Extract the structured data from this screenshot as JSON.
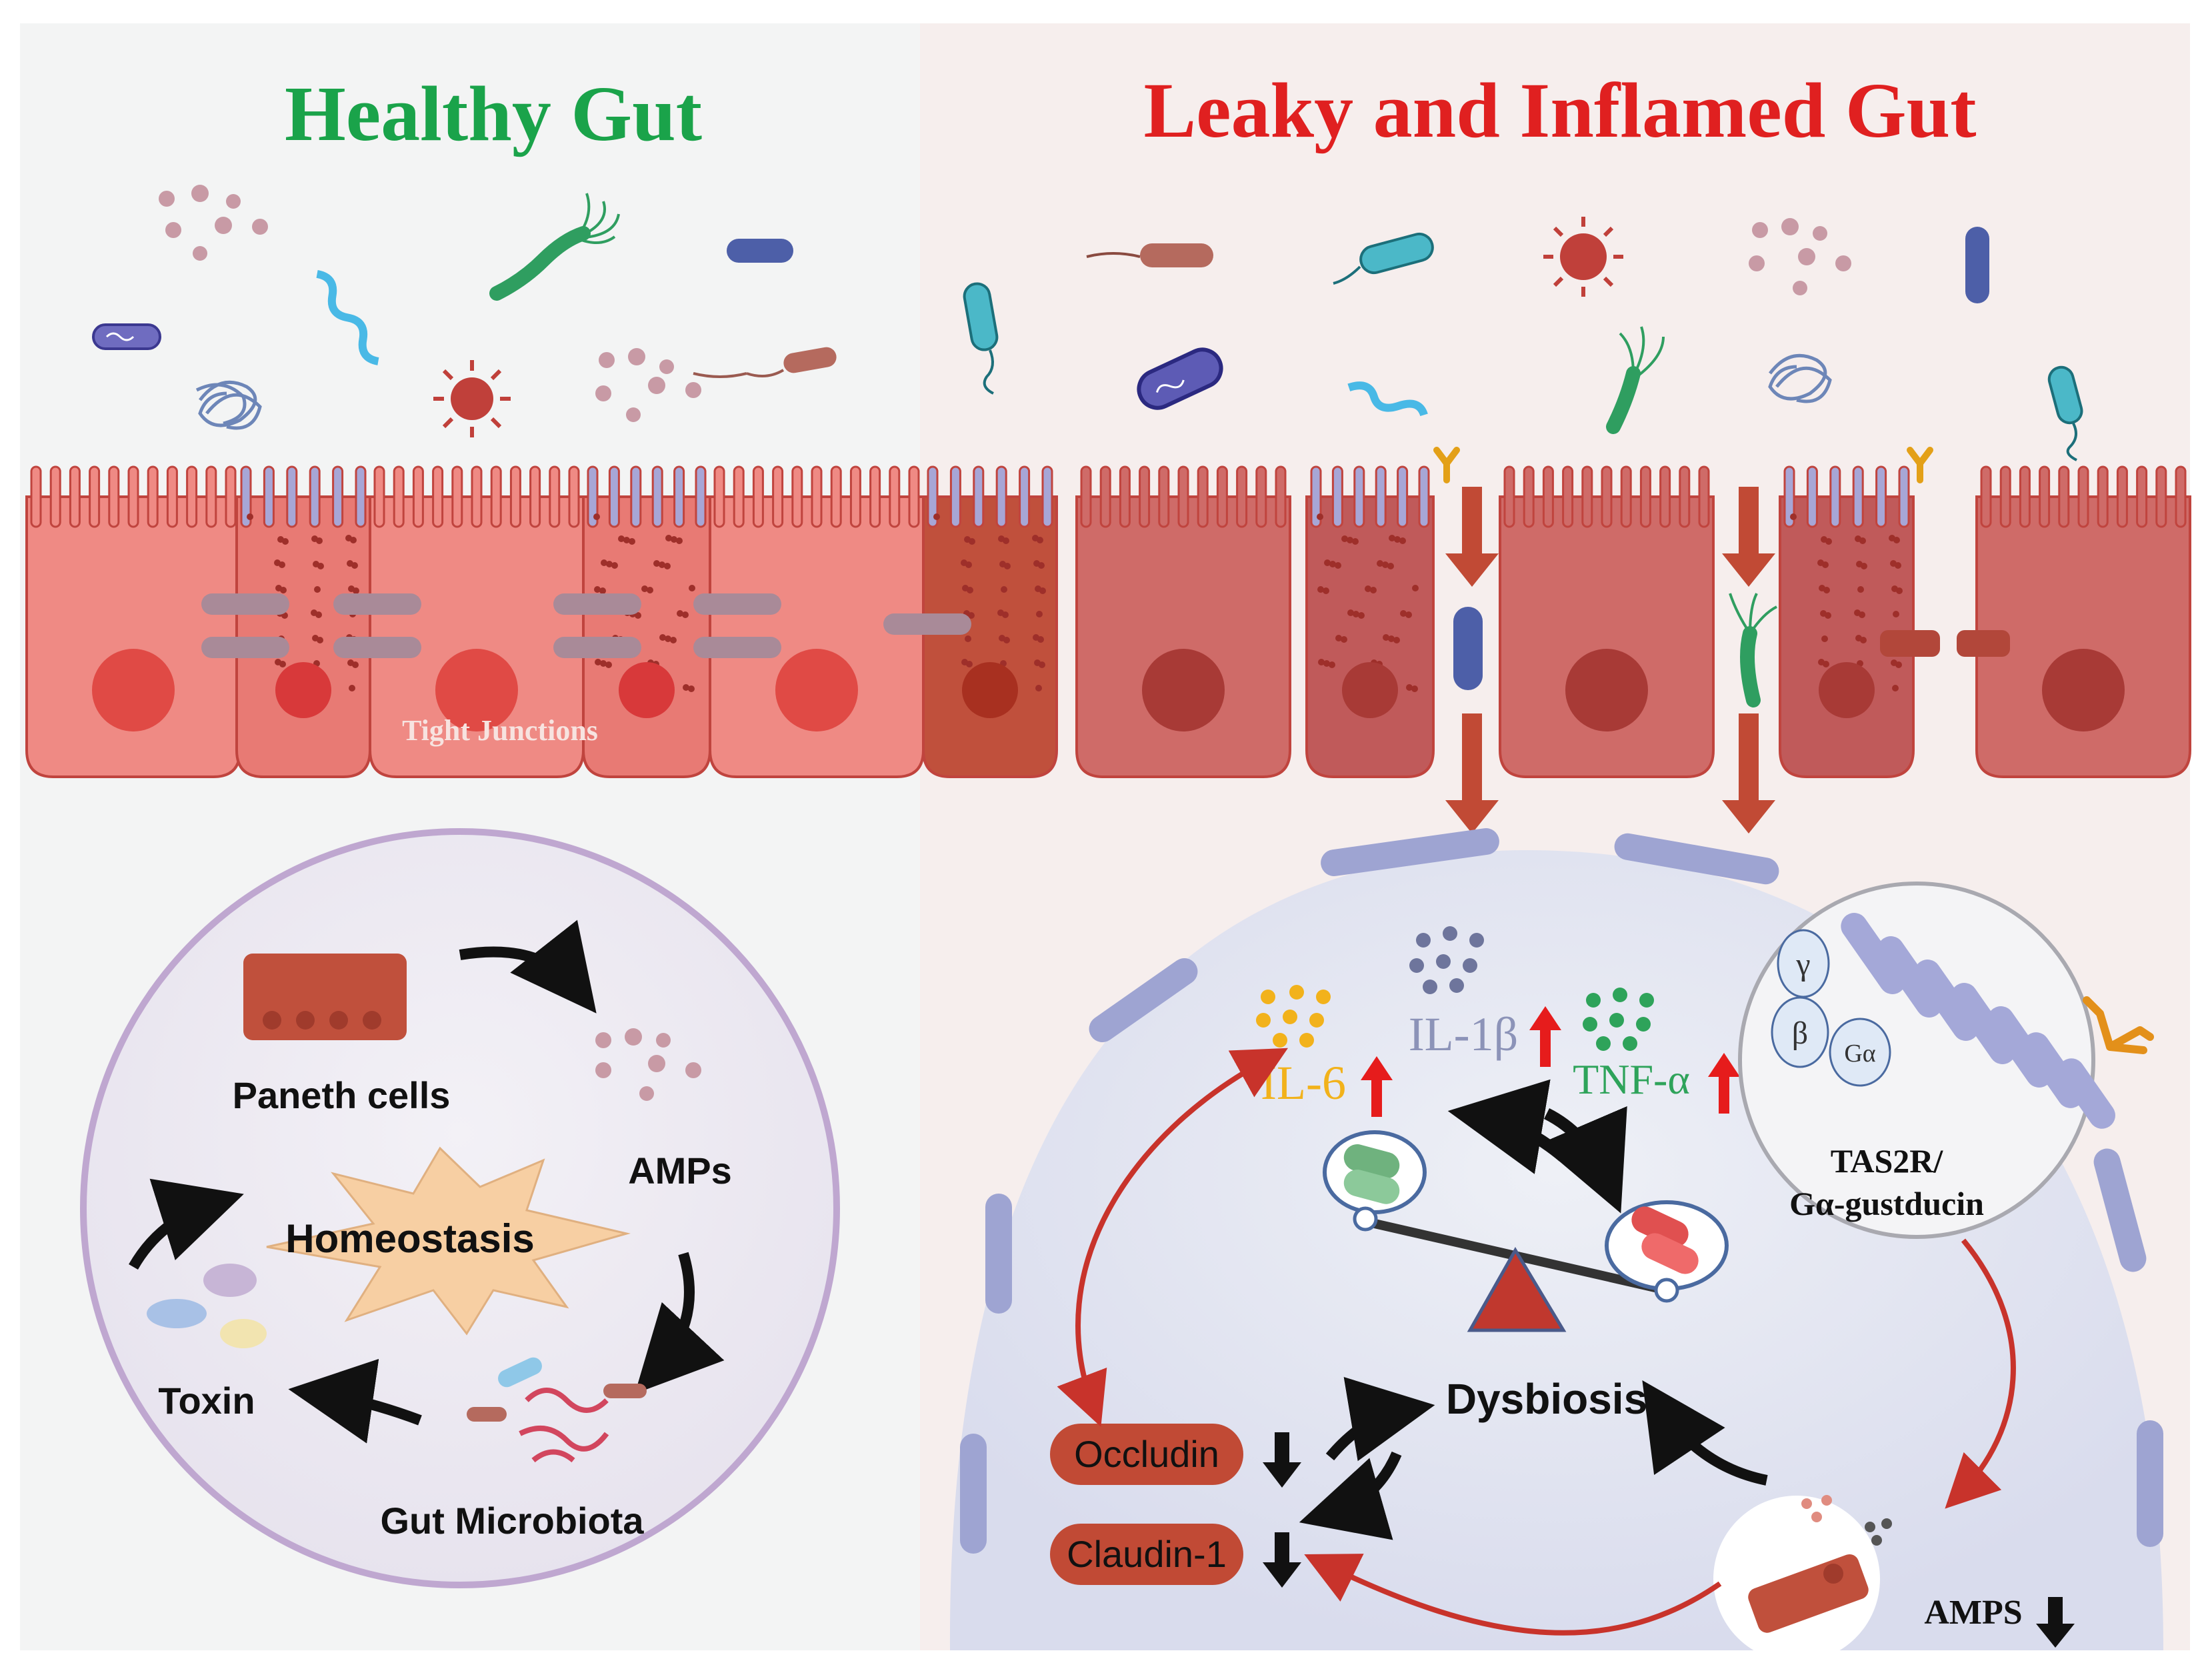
{
  "panels": {
    "healthy": {
      "title": "Healthy Gut",
      "title_color": "#1aa34a"
    },
    "leaky": {
      "title": "Leaky and Inflamed Gut",
      "title_color": "#e02020"
    }
  },
  "epithelium": {
    "tight_junctions_label": "Tight Junctions"
  },
  "homeostasis": {
    "center_label": "Homeostasis",
    "paneth_label": "Paneth cells",
    "amps_label": "AMPs",
    "microbiota_label": "Gut Microbiota",
    "toxin_label": "Toxin"
  },
  "inflammation": {
    "il6": {
      "label": "IL-6",
      "color": "#f2b21b"
    },
    "il1b": {
      "label": "IL-1β",
      "color": "#8c93b8"
    },
    "tnfa": {
      "label": "TNF-α",
      "color": "#2ea35a"
    },
    "dysbiosis_label": "Dysbiosis",
    "occludin_label": "Occludin",
    "claudin_label": "Claudin-1",
    "amps_down_label": "AMPS"
  },
  "receptor": {
    "label_line1": "TAS2R/",
    "label_line2": "Gα-gustducin",
    "gamma": "γ",
    "beta": "β",
    "galpha": "Gα"
  },
  "colors": {
    "cell_healthy": "#ef8a84",
    "cell_leaky": "#cf6b68",
    "paneth_dark": "#c0503c",
    "nucleus": "#e04a45",
    "nucleus_dark": "#a83a36",
    "arrow_red": "#c8332b",
    "up_arrow": "#e61c1c",
    "bg_left": "#f3f4f4",
    "bg_right": "#f6eeed"
  }
}
